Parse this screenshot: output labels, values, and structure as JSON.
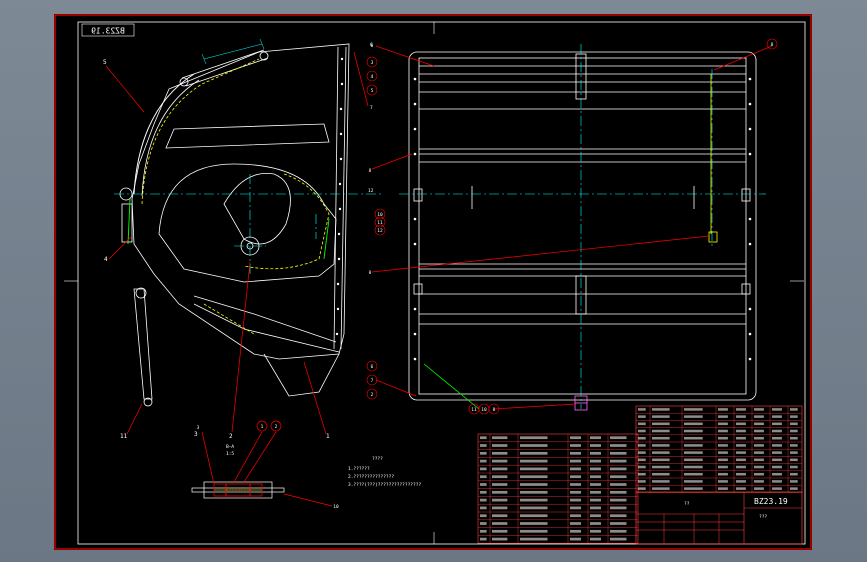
{
  "drawing": {
    "code_mirrored": "BZ23.19",
    "title_code": "BZ23.19",
    "callouts": {
      "left_view": [
        "5",
        "4",
        "3",
        "2",
        "1",
        "11"
      ],
      "middle": [
        "6",
        "3",
        "4",
        "5",
        "7",
        "12",
        "10",
        "11",
        "12"
      ],
      "right_view": [
        "6",
        "8",
        "8",
        "6",
        "7",
        "2",
        "11",
        "10",
        "8",
        "8"
      ],
      "detail": [
        "3",
        "1",
        "2",
        "10"
      ]
    },
    "detail_label": "B—A",
    "detail_scale": "1:5",
    "notes_heading": "????",
    "notes_lines": [
      "1.??????",
      "2.???????????????",
      "3.????(???)????????????????"
    ],
    "sheet_label": "???",
    "scale_label": "??"
  },
  "colors": {
    "sheet_bg": "#000000",
    "frame": "#ff0000",
    "outline": "#ffffff",
    "centerline": "#00ffff",
    "hidden": "#ffff00",
    "leader": "#ff0000",
    "table_text": "#ffffff",
    "table_grid": "#ff3b3b"
  }
}
